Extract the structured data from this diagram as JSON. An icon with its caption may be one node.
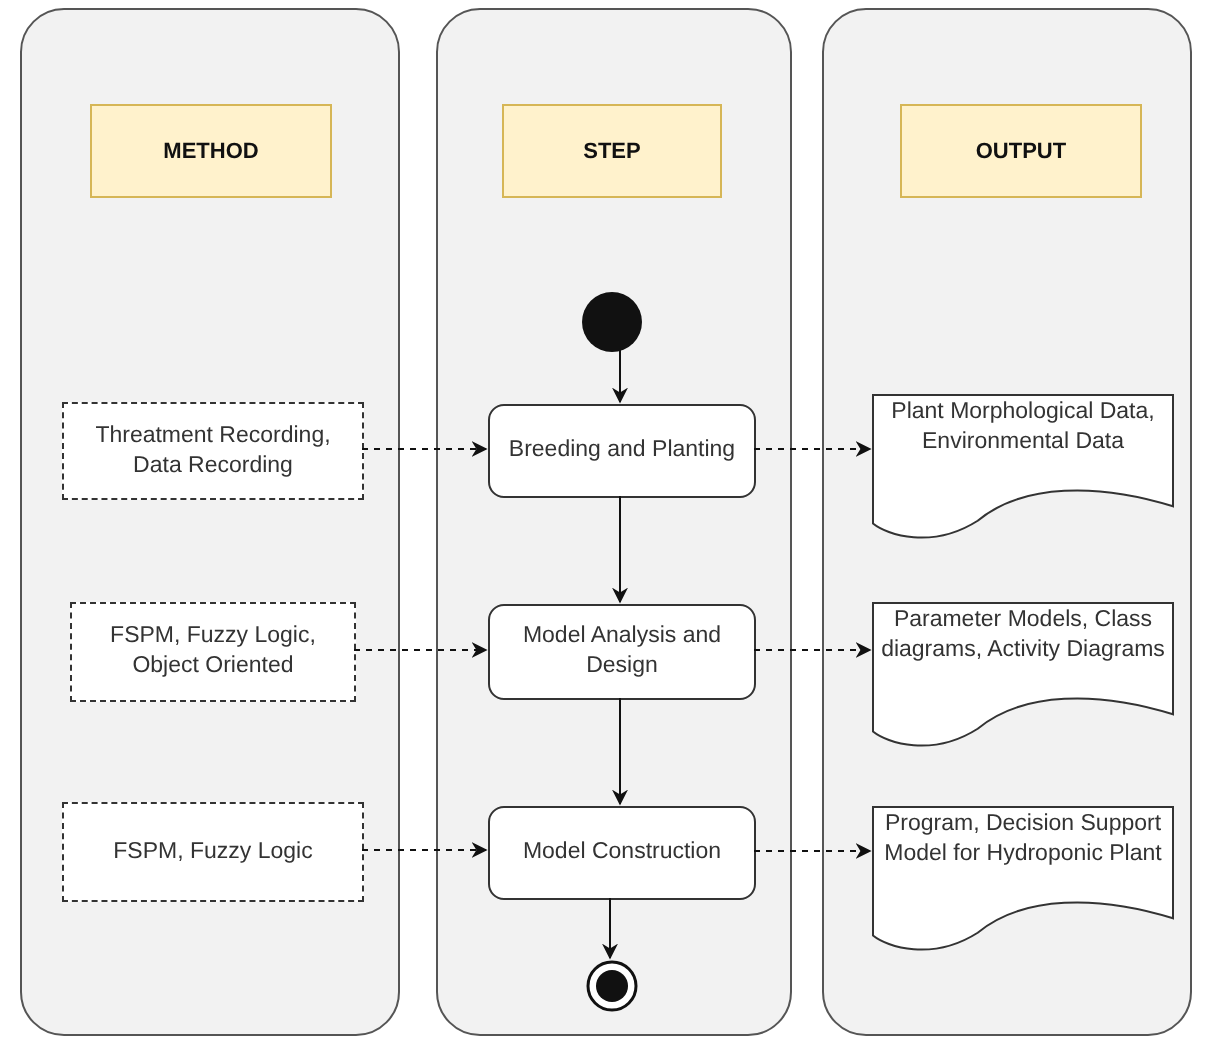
{
  "diagram": {
    "nodes": [
      {
        "text": [],
        "shape": "box"
      },
      {
        "text": [
          "METHOD"
        ],
        "in": 0
      },
      {
        "text": [],
        "shape": "box"
      },
      {
        "text": [
          "STEP"
        ],
        "in": 2
      },
      {
        "text": [],
        "shape": "box"
      },
      {
        "text": [
          "OUTPUT"
        ],
        "in": 4
      },
      {
        "text": [],
        "shape": "circle",
        "in": 2
      },
      {
        "text": [
          "Threatment Recording, Data Recording"
        ],
        "in": 0
      },
      {
        "text": [
          "Breeding and Planting"
        ],
        "in": 2
      },
      {
        "text": [
          "Plant Morphological Data, Environmental Data"
        ],
        "in": 4
      },
      {
        "text": [
          "FSPM, Fuzzy Logic, Object Oriented"
        ],
        "in": 0
      },
      {
        "text": [
          "Model Analysis and Design"
        ],
        "in": 2
      },
      {
        "text": [
          "Parameter Models, Class diagrams, Activity Diagrams"
        ],
        "in": 4
      },
      {
        "text": [
          "FSPM, Fuzzy Logic"
        ],
        "in": 0
      },
      {
        "text": [
          "Model Construction"
        ],
        "in": 2
      },
      {
        "text": [
          "Program, Decision Support Model for Hydroponic Plant"
        ],
        "in": 4
      },
      {
        "text": [],
        "shape": "circle",
        "in": 2
      }
    ],
    "edges": [
      {
        "from": 6,
        "to": 8,
        "arrow": "to"
      },
      {
        "from": 7,
        "to": 8,
        "arrow": "to",
        "style": "dashed"
      },
      {
        "from": 8,
        "to": 9,
        "arrow": "to",
        "style": "dashed"
      },
      {
        "from": 8,
        "to": 11,
        "arrow": "to"
      },
      {
        "from": 10,
        "to": 11,
        "arrow": "to",
        "style": "dashed"
      },
      {
        "from": 11,
        "to": 12,
        "arrow": "to",
        "style": "dashed"
      },
      {
        "from": 11,
        "to": 14,
        "arrow": "to"
      },
      {
        "from": 13,
        "to": 14,
        "arrow": "to",
        "style": "dashed"
      },
      {
        "from": 14,
        "to": 15,
        "arrow": "to",
        "style": "dashed"
      },
      {
        "from": 14,
        "to": 16,
        "arrow": "to"
      }
    ]
  }
}
